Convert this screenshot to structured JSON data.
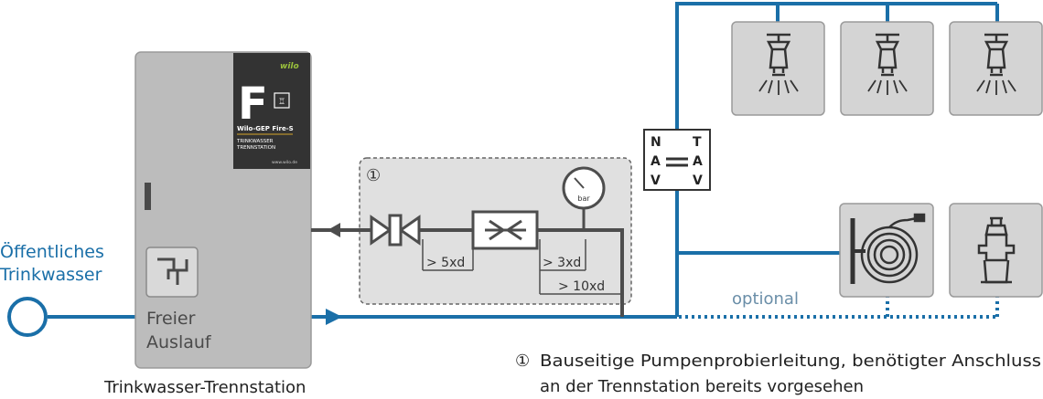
{
  "inlet_label": [
    "Öffentliches",
    "Trinkwasser"
  ],
  "station": {
    "brand": "wilo",
    "letter": "F",
    "product": "Wilo-GEP Fire-S",
    "sub": [
      "TRINKWASSER",
      "TRENNSTATION"
    ],
    "url": "www.wilo.de",
    "outlet_label": [
      "Freier",
      "Auslauf"
    ],
    "caption": "Trinkwasser-Trennstation"
  },
  "test_line": {
    "marker": "①",
    "gauge_unit": "bar",
    "distances": [
      "> 5xd",
      "> 3xd",
      "> 10xd"
    ]
  },
  "valve_labels": {
    "left": [
      "N",
      "A",
      "V"
    ],
    "right": [
      "T",
      "A",
      "V"
    ]
  },
  "optional_label": "optional",
  "footnote": {
    "marker": "①",
    "lines": [
      "Bauseitige Pumpenprobierleitung, benötigter Anschluss",
      "an der Trennstation bereits vorgesehen"
    ]
  },
  "colors": {
    "pipe_blue": "#1a6fa8",
    "pipe_gray": "#4d4d4d",
    "box_gray": "#d4d4d4",
    "station_gray": "#bcbcbc",
    "panel_dark": "#333333"
  },
  "icons": [
    "sprinkler-icon",
    "sprinkler-icon",
    "sprinkler-icon",
    "hose-reel-icon",
    "hydrant-icon"
  ]
}
